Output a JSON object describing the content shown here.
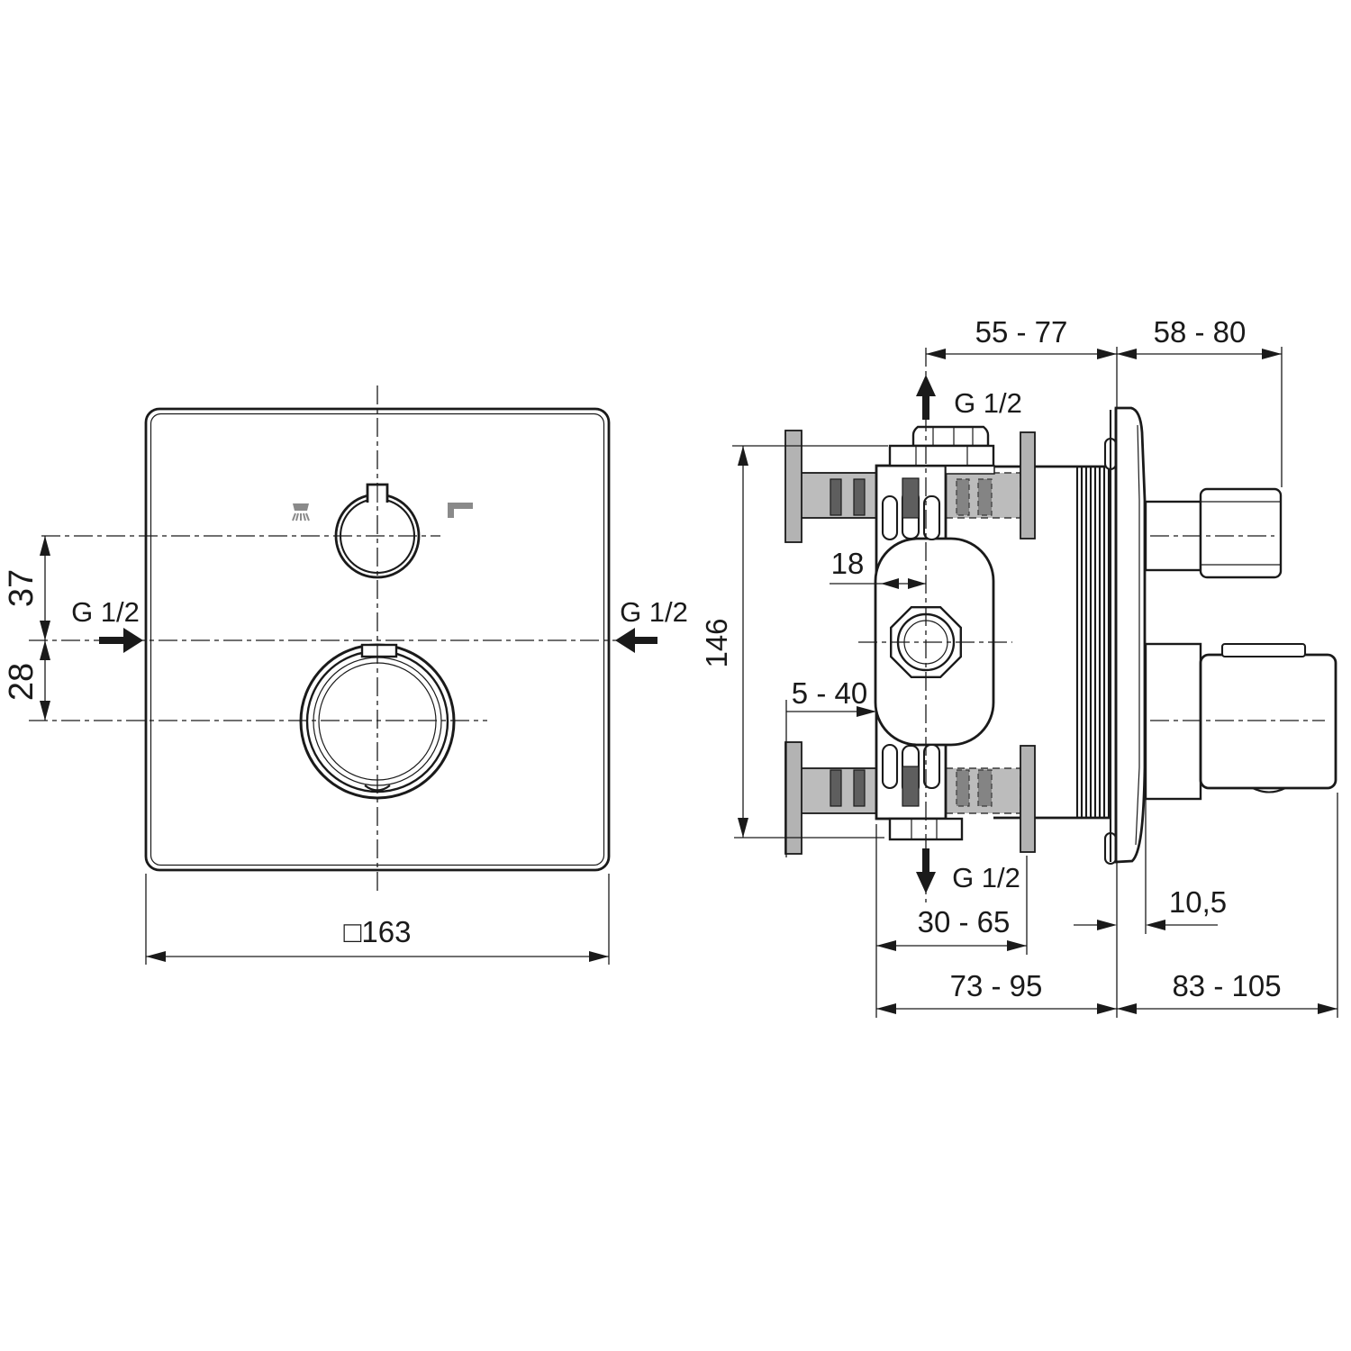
{
  "front_view": {
    "dim_offset_top": "37",
    "dim_offset_bottom": "28",
    "dim_width": "□163",
    "port_left": "G 1/2",
    "port_right": "G 1/2",
    "icon_left": "shower-spray-icon",
    "icon_right": "bath-spout-icon"
  },
  "side_view": {
    "dim_top_left": "55 - 77",
    "dim_top_right": "58 - 80",
    "port_top": "G 1/2",
    "port_bottom": "G 1/2",
    "dim_height": "146",
    "dim_center_offset": "18",
    "dim_bracket_to_body": "5 - 40",
    "dim_plate_thickness": "10,5",
    "dim_body_to_wall": "30 - 65",
    "dim_depth_behind_wall": "73 - 95",
    "dim_depth_in_front": "83 - 105"
  },
  "colors": {
    "line": "#1a1a1a",
    "rail_gray": "#bcbcbc",
    "bracket_gray": "#b3b3b3",
    "slot_dark": "#5e5e5e",
    "slot_mid": "#848484",
    "icon_gray": "#8a8a8a",
    "background": "#ffffff"
  }
}
